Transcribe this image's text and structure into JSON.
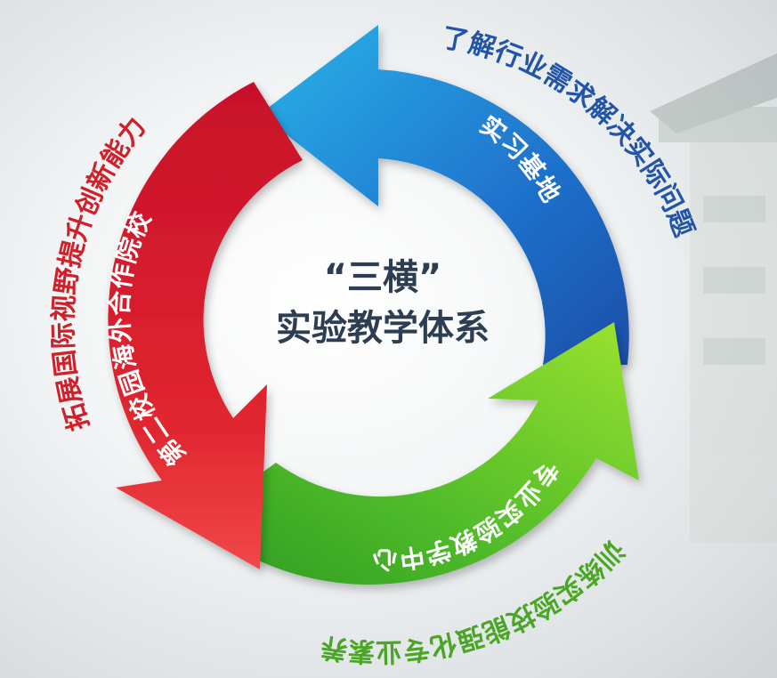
{
  "center": {
    "line1": "“三横”",
    "line2": "实验教学体系"
  },
  "segments": [
    {
      "id": "blue",
      "inner_label": "实习基地",
      "outer_label": "了解行业需求解决实际问题",
      "color": "#1f6fc9"
    },
    {
      "id": "green",
      "inner_label": "专业实验教学中心",
      "outer_label": "训练实验技能强化专业素养",
      "color": "#5cc12a"
    },
    {
      "id": "red",
      "inner_label": "第二校园海外合作院校",
      "outer_label": "拓展国际视野提升创新能力",
      "color": "#d8202a"
    }
  ]
}
